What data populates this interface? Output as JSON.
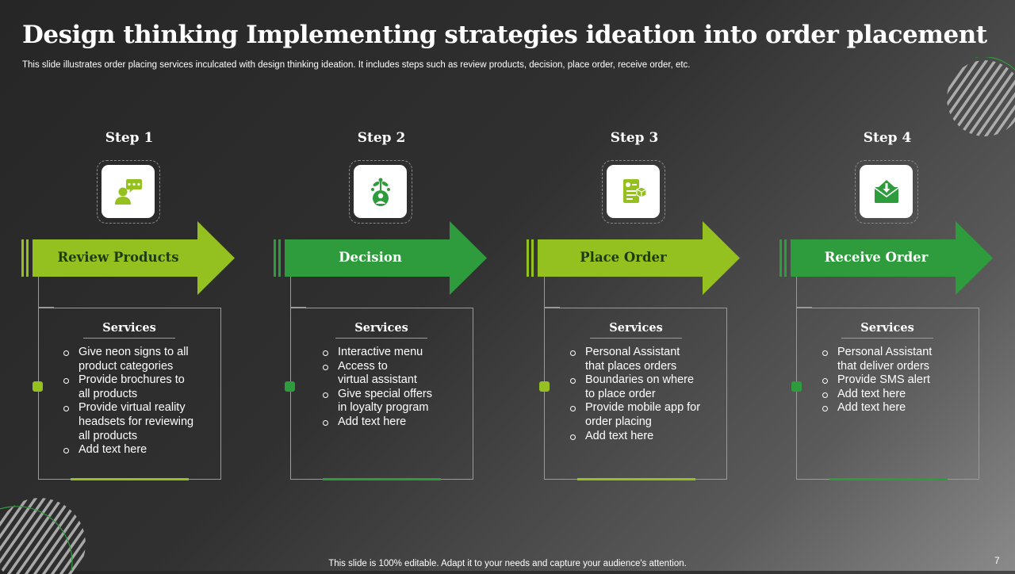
{
  "slide": {
    "title": "Design thinking Implementing strategies ideation into order placement",
    "subtitle": "This slide illustrates order placing services inculcated with design thinking ideation. It includes steps such as review products, decision, place order, receive order, etc.",
    "footer": "This slide is 100% editable. Adapt it to your needs and capture your audience's attention.",
    "page_number": "7"
  },
  "colors": {
    "light_green": "#94c120",
    "dark_green": "#2e9c3c",
    "dark_label": "#1e3a10",
    "white": "#ffffff"
  },
  "steps": [
    {
      "step_label": "Step 1",
      "title": "Review Products",
      "icon": "user-review-icon",
      "services_title": "Services",
      "services": [
        [
          "Give neon signs to all",
          "product categories"
        ],
        [
          "Provide brochures to",
          "all products"
        ],
        [
          "Provide virtual reality",
          "headsets for reviewing",
          "all products"
        ],
        [
          "Add text here"
        ]
      ]
    },
    {
      "step_label": "Step 2",
      "title": "Decision",
      "icon": "idea-head-icon",
      "services_title": "Services",
      "services": [
        [
          "Interactive menu"
        ],
        [
          "Access to",
          "virtual assistant"
        ],
        [
          "Give special offers",
          "in loyalty program"
        ],
        [
          "Add text here"
        ]
      ]
    },
    {
      "step_label": "Step 3",
      "title": "Place Order",
      "icon": "order-document-icon",
      "services_title": "Services",
      "services": [
        [
          "Personal Assistant",
          "that places orders"
        ],
        [
          "Boundaries on where",
          "to place order"
        ],
        [
          "Provide mobile app for",
          "order placing"
        ],
        [
          "Add text here"
        ]
      ]
    },
    {
      "step_label": "Step 4",
      "title": "Receive Order",
      "icon": "envelope-download-icon",
      "services_title": "Services",
      "services": [
        [
          "Personal Assistant",
          "that deliver orders"
        ],
        [
          "Provide SMS alert"
        ],
        [
          "Add text here"
        ],
        [
          "Add text here"
        ]
      ]
    }
  ]
}
